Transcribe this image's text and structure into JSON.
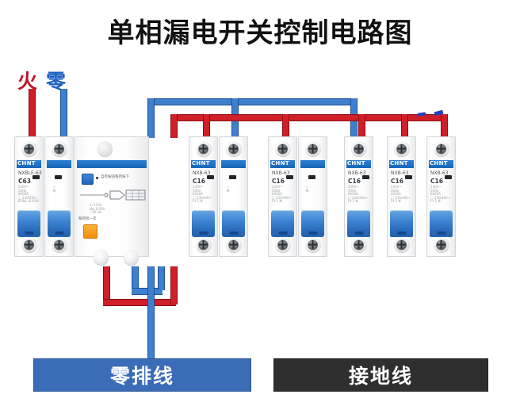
{
  "title": "单相漏电开关控制电路图",
  "source_labels": {
    "live": "火",
    "neutral": "零"
  },
  "colors": {
    "live_wire": "#cf1f28",
    "neutral_wire": "#3f7fd0",
    "neutral_bar": "#3b6cb8",
    "ground_bar": "#2f2f2f",
    "brand_blue": "#1766b8",
    "toggle_blue": "#2a6cbb",
    "test_button_orange": "#f08c11",
    "title_color": "#111111"
  },
  "bottom_bars": {
    "neutral": "零排线",
    "ground": "接地线"
  },
  "devices": [
    {
      "id": "rcbo",
      "brand": "CHNT",
      "model": "NXBLE-63",
      "rating": "C63",
      "type": "residual-current-breaker",
      "poles": 4,
      "indicator_note": "自检按钮每月按下",
      "test_label": "每月检一次",
      "spec": "In 230V\nIΔn 0.03A\n~50 Hz",
      "micro": "230V~\n50Hz\n6000A\n□ 230/400~\nΔ IΔn=0.03A",
      "cert": "CCC",
      "top_wires": [
        "red",
        "blue",
        "none",
        "none"
      ],
      "bottom_wires": [
        "red",
        "blue",
        "none",
        "none"
      ]
    },
    {
      "id": "breaker-2p-1",
      "brand": "CHNT",
      "model": "NXB-63",
      "rating": "C16",
      "type": "miniature-circuit-breaker",
      "poles": 2,
      "micro": "230V~\n50Hz\n6000A\n□ 230/400~\nI²t  1 Φ",
      "cert": "CCC",
      "top_wires": [
        "red",
        "blue"
      ],
      "bottom_wires": [
        "none",
        "none"
      ]
    },
    {
      "id": "breaker-2p-2",
      "brand": "CHNT",
      "model": "NXB-63",
      "rating": "C16",
      "type": "miniature-circuit-breaker",
      "poles": 2,
      "micro": "230V~\n50Hz\n6000A\n□ 230/400~\nI²t  1 Φ",
      "cert": "CCC",
      "top_wires": [
        "red",
        "blue"
      ],
      "bottom_wires": [
        "none",
        "none"
      ]
    },
    {
      "id": "breaker-1p-1",
      "brand": "CHNT",
      "model": "NXB-63",
      "rating": "C16",
      "type": "miniature-circuit-breaker",
      "poles": 1,
      "micro": "230V~\n50Hz\n6000A\n□ 230/400~\nI²t  1 Φ",
      "cert": "CCC",
      "top_wires": [
        "red"
      ],
      "bottom_wires": [
        "none"
      ]
    },
    {
      "id": "breaker-1p-2",
      "brand": "CHNT",
      "model": "NXB-63",
      "rating": "C16",
      "type": "miniature-circuit-breaker",
      "poles": 1,
      "micro": "230V~\n50Hz\n6000A\n□ 230/400~\nI²t  1 Φ",
      "cert": "CCC",
      "top_wires": [
        "red"
      ],
      "bottom_wires": [
        "none"
      ]
    },
    {
      "id": "breaker-1p-3",
      "brand": "CHNT",
      "model": "NXB-63",
      "rating": "C16",
      "type": "miniature-circuit-breaker",
      "poles": 1,
      "micro": "230V~\n50Hz\n6000A\n□ 230/400~\nI²t  1 Φ",
      "cert": "CCC",
      "top_wires": [
        "red"
      ],
      "bottom_wires": [
        "none"
      ]
    }
  ]
}
